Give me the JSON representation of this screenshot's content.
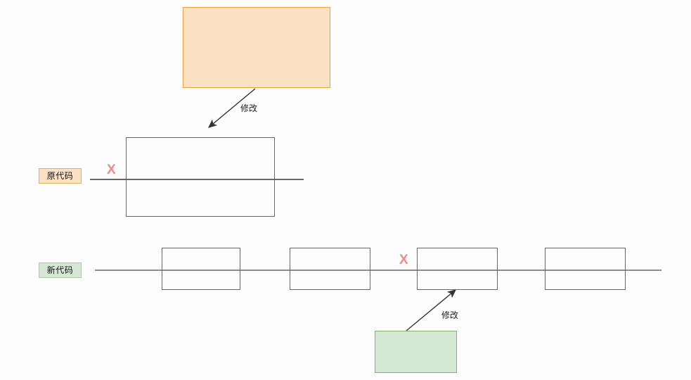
{
  "diagram": {
    "title": "",
    "background_color": "#fdfdfd",
    "colors": {
      "orange_fill": "#fae1c3",
      "orange_stroke": "#e8a33d",
      "green_fill": "#d5e8d4",
      "green_stroke": "#82b366",
      "plain_stroke": "#666666",
      "line_stroke": "#666666",
      "x_mark": "#f08a8a",
      "text": "#1a1a1a"
    },
    "lanes": [
      {
        "id": "original-code",
        "label": "原代码",
        "tag_style": "orange"
      },
      {
        "id": "new-code",
        "label": "新代码",
        "tag_style": "green"
      }
    ],
    "edges": [
      {
        "id": "edge-modify-top",
        "label": "修改",
        "direction": "down-left"
      },
      {
        "id": "edge-modify-bottom",
        "label": "修改",
        "direction": "up-right"
      }
    ],
    "markers": [
      {
        "id": "x-mark-top",
        "label": "X"
      },
      {
        "id": "x-mark-bottom",
        "label": "X"
      }
    ],
    "blocks": {
      "orange_source": "",
      "green_source": "",
      "original_big": "",
      "new_segments": [
        "",
        "",
        "",
        ""
      ]
    }
  }
}
